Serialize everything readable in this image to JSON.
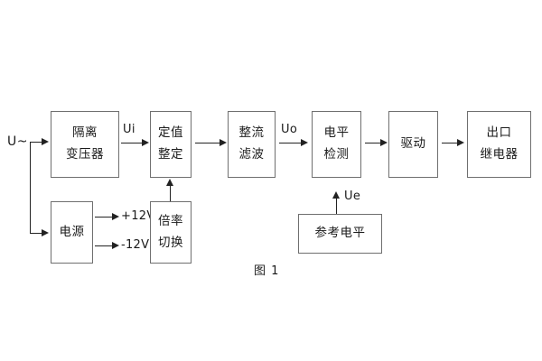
{
  "figure": {
    "caption": "图 1",
    "source_label": "U~",
    "blocks": [
      {
        "id": "isolation-transformer",
        "lines": [
          "隔离",
          "变压器"
        ]
      },
      {
        "id": "setting-value",
        "lines": [
          "定值",
          "整定"
        ]
      },
      {
        "id": "rectify-filter",
        "lines": [
          "整流",
          "滤波"
        ]
      },
      {
        "id": "level-detection",
        "lines": [
          "电平",
          "检测"
        ]
      },
      {
        "id": "drive",
        "lines": [
          "驱动"
        ]
      },
      {
        "id": "output-relay",
        "lines": [
          "出口",
          "继电器"
        ]
      },
      {
        "id": "power-supply",
        "lines": [
          "电源"
        ]
      },
      {
        "id": "multiplier-switch",
        "lines": [
          "倍率",
          "切换"
        ]
      },
      {
        "id": "reference-level",
        "lines": [
          "参考电平"
        ]
      }
    ],
    "signals": {
      "ui": "Ui",
      "uo": "Uo",
      "ue": "Ue",
      "rail_positive": "+12V",
      "rail_negative": "-12V"
    },
    "colors": {
      "block_border": "#6f6f6f",
      "connector": "#222222",
      "text": "#1a1a1a",
      "background": "#ffffff"
    }
  }
}
